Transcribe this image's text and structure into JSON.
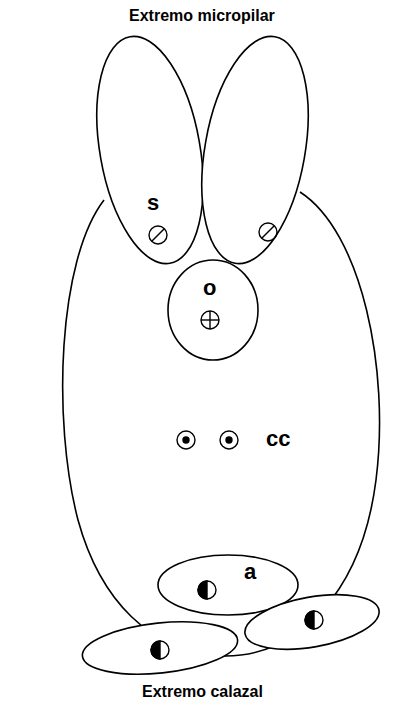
{
  "diagram": {
    "labels": [
      "Extremo micropilar",
      "s",
      "o",
      "cc",
      "a",
      "Extremo calazal"
    ]
  }
}
